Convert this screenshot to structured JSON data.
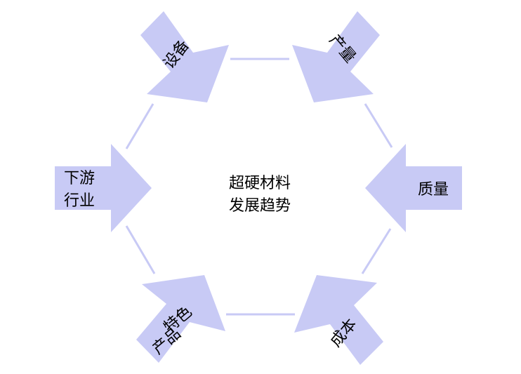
{
  "center": {
    "line1": "超硬材料",
    "line2": "发展趋势"
  },
  "factors": [
    {
      "id": "equipment",
      "lines": [
        "设备"
      ]
    },
    {
      "id": "output",
      "lines": [
        "产量"
      ]
    },
    {
      "id": "quality",
      "lines": [
        "质量"
      ]
    },
    {
      "id": "cost",
      "lines": [
        "成本"
      ]
    },
    {
      "id": "special-products",
      "lines": [
        "特色",
        "产品"
      ]
    },
    {
      "id": "downstream",
      "lines": [
        "下游",
        "行业"
      ]
    }
  ],
  "colors": {
    "arrow": "#c8caf5",
    "connector": "#c8caf5",
    "text": "#000000"
  }
}
